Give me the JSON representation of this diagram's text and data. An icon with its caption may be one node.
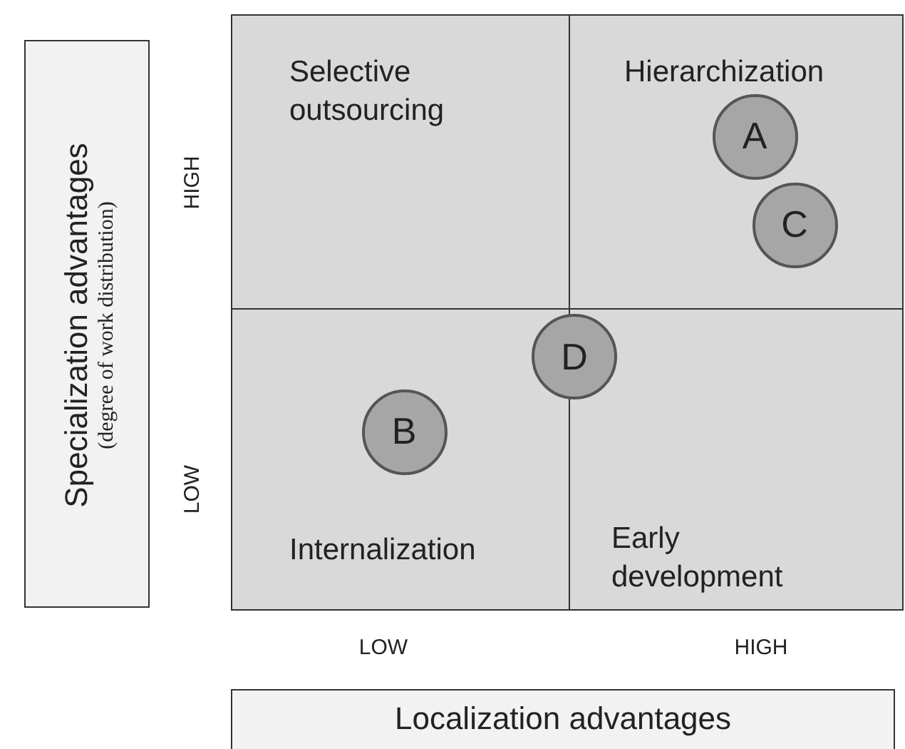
{
  "diagram": {
    "nodes": [
      {
        "text": [
          "Selective outsourcing"
        ]
      },
      {
        "text": [
          "Hierarchization"
        ]
      },
      {
        "text": [
          "Internalization"
        ]
      },
      {
        "text": [
          "Early development"
        ]
      },
      {
        "text": [
          "A"
        ],
        "in": 1
      },
      {
        "text": [
          "C"
        ],
        "in": 1
      },
      {
        "text": [
          "D"
        ]
      },
      {
        "text": [
          "B"
        ],
        "in": 2
      },
      {
        "text": [
          "Specialization advantages",
          "(degree of work distribution)"
        ]
      },
      {
        "text": [
          "Localization advantages"
        ]
      }
    ],
    "edges": [],
    "labels": [
      "HIGH",
      "LOW",
      "LOW",
      "HIGH"
    ]
  }
}
